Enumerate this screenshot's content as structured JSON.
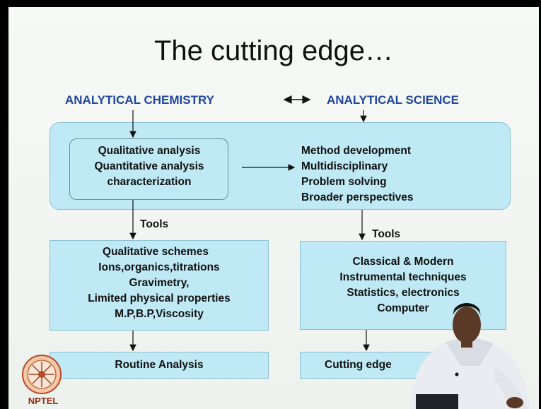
{
  "title": "The cutting edge…",
  "left_heading": "ANALYTICAL CHEMISTRY",
  "right_heading": "ANALYTICAL SCIENCE",
  "top_box": {
    "left_lines": [
      "Qualitative analysis",
      "Quantitative analysis",
      "characterization"
    ],
    "right_lines": [
      "Method development",
      "Multidisciplinary",
      "Problem solving",
      "Broader perspectives"
    ]
  },
  "left_tools_label": "Tools",
  "right_tools_label": "Tools",
  "left_tools_lines": [
    "Qualitative schemes",
    "Ions,organics,titrations",
    "Gravimetry,",
    "Limited physical properties",
    "M.P,B.P,Viscosity"
  ],
  "right_tools_lines": [
    "Classical & Modern",
    "Instrumental techniques",
    "Statistics, electronics",
    "Computer"
  ],
  "left_result": "Routine Analysis",
  "right_result": "Cutting edge",
  "logo_text": "NPTEL",
  "colors": {
    "heading": "#1f45a0",
    "box_fill": "#bfe9f4",
    "box_border": "#8cc2d2"
  }
}
